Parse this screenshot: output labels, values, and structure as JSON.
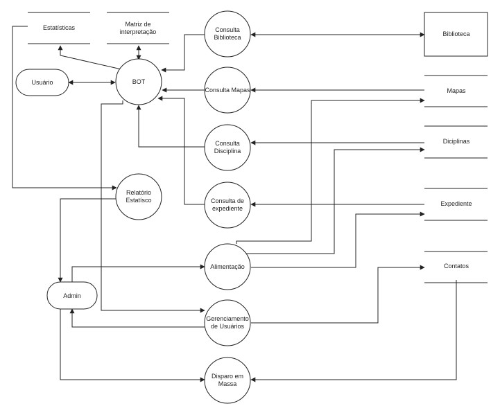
{
  "nodes": {
    "estatisticas": "Estatísticas",
    "matriz_1": "Matriz de",
    "matriz_2": "interpretação",
    "usuario": "Usuário",
    "bot": "BOT",
    "consulta_biblioteca_1": "Consulta",
    "consulta_biblioteca_2": "Biblioteca",
    "biblioteca": "Biblioteca",
    "consulta_mapas": "Consulta Mapas",
    "mapas": "Mapas",
    "consulta_disciplina_1": "Consulta",
    "consulta_disciplina_2": "Disciplina",
    "disciplinas": "Diciplinas",
    "relatorio_1": "Relatório",
    "relatorio_2": "Estatísco",
    "consulta_expediente_1": "Consulta de",
    "consulta_expediente_2": "expediente",
    "expediente": "Expediente",
    "alimentacao": "Alimentação",
    "contatos": "Contatos",
    "admin": "Admin",
    "gerenciamento_1": "Gerenciamento",
    "gerenciamento_2": "de Usuários",
    "disparo_1": "Disparo em",
    "disparo_2": "Massa"
  },
  "colors": {
    "stroke": "#222222",
    "background": "#ffffff"
  }
}
